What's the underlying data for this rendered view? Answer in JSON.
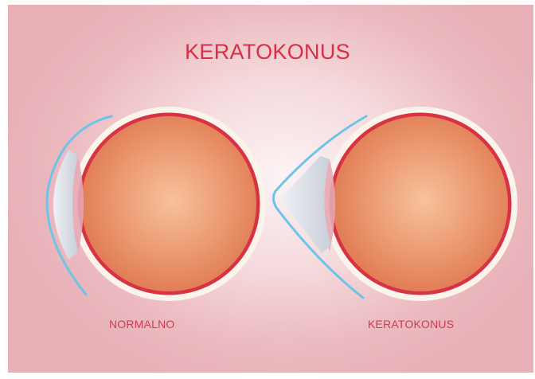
{
  "title": "KERATOKONUS",
  "labels": {
    "left": "NORMALNO",
    "right": "KERATOKONUS"
  },
  "colors": {
    "background": "#e7b0b7",
    "title_text": "#d62f48",
    "label_text": "#cd3c52",
    "eyeball": "#e8845c",
    "eyeball_rim": "#d83345",
    "sclera_outline": "#fbf4ea",
    "cornea_line": "#6ec3ea",
    "lens": "#dcdfe5"
  }
}
